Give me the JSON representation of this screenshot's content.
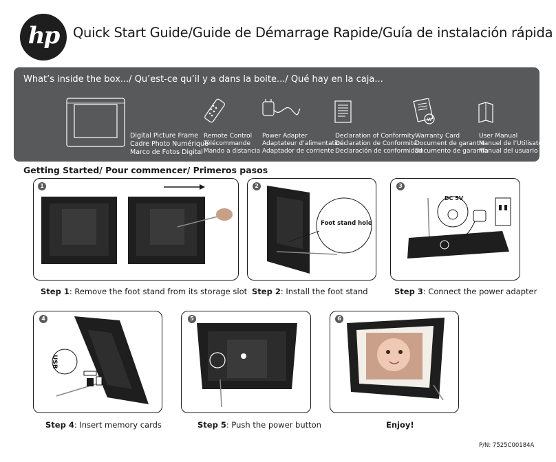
{
  "header": {
    "logo": "hp",
    "title": "Quick Start Guide/Guide de Démarrage Rapide/Guía de instalación rápida"
  },
  "box": {
    "heading": "What’s inside the box.../ Qu’est-ce qu’il y a dans la boite.../ Qué hay en la caja...",
    "items": [
      {
        "icon": "picture-frame-icon",
        "lines": [
          "Digital Picture Frame",
          "Cadre Photo Numérique",
          "Marco de Fotos Digital"
        ]
      },
      {
        "icon": "remote-control-icon",
        "lines": [
          "Remote Control",
          "Télécommande",
          "Mando a distancia"
        ]
      },
      {
        "icon": "power-adapter-icon",
        "lines": [
          "Power Adapter",
          "Adaptateur d’alimentation",
          "Adaptador de corriente"
        ]
      },
      {
        "icon": "document-icon",
        "lines": [
          "Declaration of Conformity",
          "Déclaration de Conformité",
          "Declaración de conformidad"
        ]
      },
      {
        "icon": "certificate-icon",
        "lines": [
          "Warranty Card",
          "Document de garantie",
          "Documento de garantía"
        ]
      },
      {
        "icon": "booklet-icon",
        "lines": [
          "User Manual",
          "Manuel de l’Utilisateur",
          "Manual del usuario"
        ]
      }
    ]
  },
  "getting_started": {
    "heading": "Getting Started/ Pour commencer/ Primeros pasos",
    "steps": [
      {
        "num": "1",
        "prefix": "Step 1",
        "text": ": Remove the foot stand from its storage slot"
      },
      {
        "num": "2",
        "prefix": "Step 2",
        "text": ": Install the foot stand",
        "callout": "Foot stand hole"
      },
      {
        "num": "3",
        "prefix": "Step 3",
        "text": ": Connect the power adapter",
        "callout": "DC 5V"
      },
      {
        "num": "4",
        "prefix": "Step 4",
        "text": ": Insert memory cards",
        "callout": "USB"
      },
      {
        "num": "5",
        "prefix": "Step 5",
        "text": ": Push the power button"
      },
      {
        "num": "6",
        "caption": "Enjoy!"
      }
    ]
  },
  "footer": {
    "part_number": "P/N: 7525C00184A"
  }
}
